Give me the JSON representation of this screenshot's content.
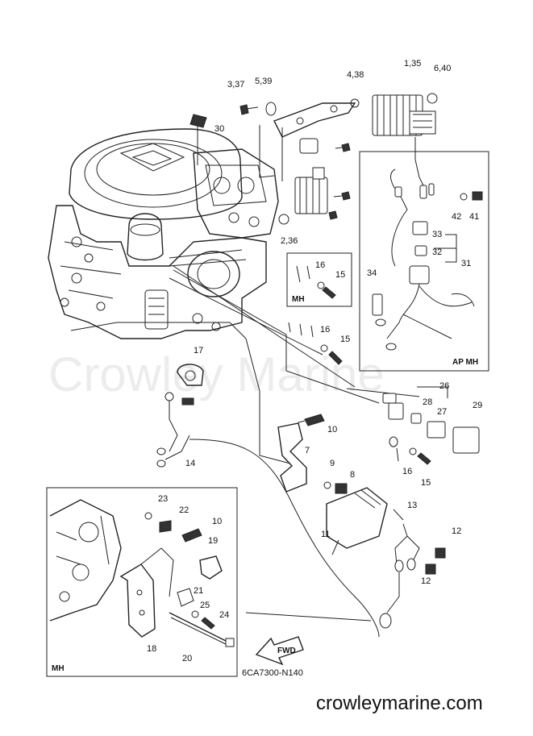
{
  "diagram": {
    "watermark": "Crowley Marine",
    "drawing_code": "6CA7300-N140",
    "site_url": "crowleymarine.com",
    "fwd_arrow": "FWD",
    "inset_boxes": {
      "ap_mh": "AP MH",
      "mh_small": "MH",
      "mh_large": "MH"
    },
    "callouts": {
      "c_1_35": "1,35",
      "c_6_40": "6,40",
      "c_4_38": "4,38",
      "c_3_37": "3,37",
      "c_5_39": "5,39",
      "c_30": "30",
      "c_2_36": "2,36",
      "c_42": "42",
      "c_41": "41",
      "c_33": "33",
      "c_32": "32",
      "c_31": "31",
      "c_34": "34",
      "c_16_a": "16",
      "c_15_a": "15",
      "c_16_b": "16",
      "c_15_b": "15",
      "c_17": "17",
      "c_14": "14",
      "c_26": "26",
      "c_28": "28",
      "c_27": "27",
      "c_29": "29",
      "c_10_a": "10",
      "c_7": "7",
      "c_9": "9",
      "c_8": "8",
      "c_16_c": "16",
      "c_15_c": "15",
      "c_13": "13",
      "c_11": "11",
      "c_12_a": "12",
      "c_12_b": "12",
      "c_23": "23",
      "c_22": "22",
      "c_10_b": "10",
      "c_19": "19",
      "c_21": "21",
      "c_25": "25",
      "c_24": "24",
      "c_18": "18",
      "c_20": "20"
    }
  }
}
